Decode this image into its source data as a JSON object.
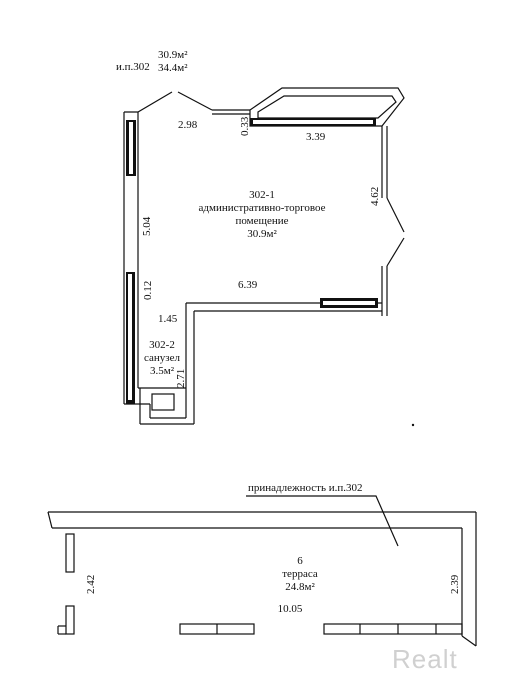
{
  "header": {
    "unit_label": "и.п.302",
    "area_1": "30.9м²",
    "area_2": "34.4м²"
  },
  "rooms": {
    "r1": {
      "number": "302-1",
      "name_line1": "административно-торговое",
      "name_line2": "помещение",
      "area": "30.9м²"
    },
    "r2": {
      "number": "302-2",
      "name": "санузел",
      "area": "3.5м²"
    },
    "terrace": {
      "number": "6",
      "name": "терраса",
      "area": "24.8м²"
    }
  },
  "dimensions": {
    "d298": "2.98",
    "d033": "0.33",
    "d339": "3.39",
    "d462": "4.62",
    "d504": "5.04",
    "d012": "0.12",
    "d639": "6.39",
    "d145": "1.45",
    "d271": "2.71",
    "d242": "2.42",
    "d239": "2.39",
    "d1005": "10.05"
  },
  "annotation": {
    "belonging": "принадлежность и.п.302"
  },
  "watermark": {
    "text": "Realt"
  },
  "colors": {
    "line": "#111111",
    "fill_white": "#ffffff",
    "watermark": "#d0d0d0"
  }
}
